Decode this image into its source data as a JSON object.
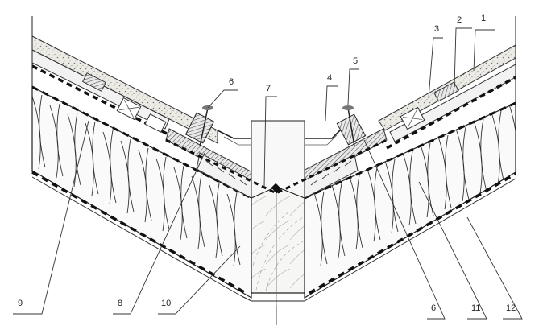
{
  "callouts": [
    {
      "id": "l1",
      "text": "1"
    },
    {
      "id": "l2",
      "text": "2"
    },
    {
      "id": "l3",
      "text": "3"
    },
    {
      "id": "l4",
      "text": "4"
    },
    {
      "id": "l5",
      "text": "5"
    },
    {
      "id": "l6a",
      "text": "6"
    },
    {
      "id": "l7",
      "text": "7"
    },
    {
      "id": "l6b",
      "text": "6"
    },
    {
      "id": "l8",
      "text": "8"
    },
    {
      "id": "l9",
      "text": "9"
    },
    {
      "id": "l10",
      "text": "10"
    },
    {
      "id": "l11",
      "text": "11"
    },
    {
      "id": "l12",
      "text": "12"
    }
  ]
}
